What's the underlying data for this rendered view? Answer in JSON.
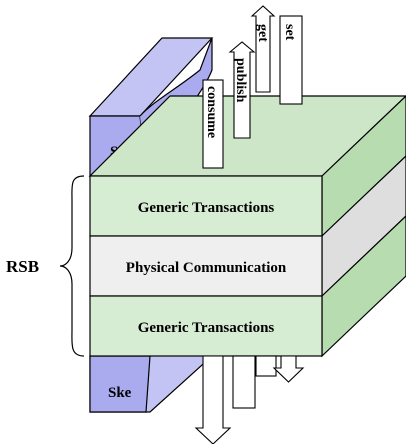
{
  "diagram": {
    "brace_label": "RSB",
    "layers": [
      "Generic Transactions",
      "Physical Communication",
      "Generic Transactions"
    ],
    "stub_label": "Stu",
    "skeleton_label": "Ske",
    "arrows": {
      "consume": "consume",
      "publish": "publish",
      "get": "get",
      "set": "set"
    }
  },
  "colors": {
    "layer_green": "#d6ecd3",
    "layer_gray": "#efefef",
    "top_green": "#cde6c7",
    "side_green": "#b6dcb0",
    "side_gray": "#dedede",
    "stub_blue": "#aaaaee",
    "stub_side": "#c4c4f4"
  }
}
